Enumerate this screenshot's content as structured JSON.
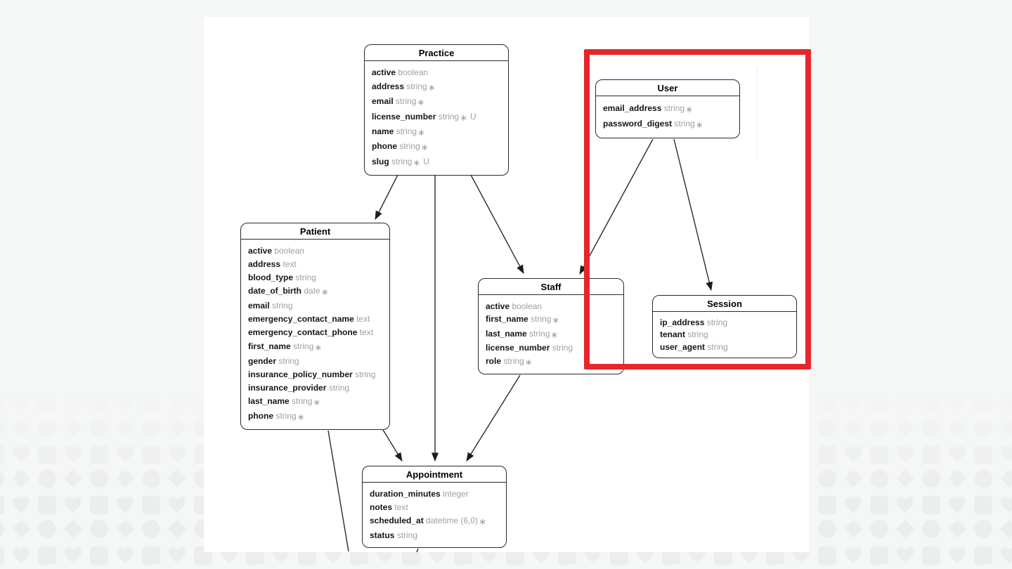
{
  "diagram": {
    "kind": "entity-relationship-diagram",
    "highlight_color": "#e5262b",
    "background_color": "#f5f6f6",
    "canvas_color": "#ffffff"
  },
  "entities": [
    {
      "id": "practice",
      "title": "Practice",
      "fields": [
        {
          "name": "active",
          "type": "boolean",
          "required": false,
          "unique": false
        },
        {
          "name": "address",
          "type": "string",
          "required": true,
          "unique": false
        },
        {
          "name": "email",
          "type": "string",
          "required": true,
          "unique": false
        },
        {
          "name": "license_number",
          "type": "string",
          "required": true,
          "unique": true
        },
        {
          "name": "name",
          "type": "string",
          "required": true,
          "unique": false
        },
        {
          "name": "phone",
          "type": "string",
          "required": true,
          "unique": false
        },
        {
          "name": "slug",
          "type": "string",
          "required": true,
          "unique": true
        }
      ]
    },
    {
      "id": "user",
      "title": "User",
      "fields": [
        {
          "name": "email_address",
          "type": "string",
          "required": true,
          "unique": false
        },
        {
          "name": "password_digest",
          "type": "string",
          "required": true,
          "unique": false
        }
      ]
    },
    {
      "id": "patient",
      "title": "Patient",
      "fields": [
        {
          "name": "active",
          "type": "boolean",
          "required": false,
          "unique": false
        },
        {
          "name": "address",
          "type": "text",
          "required": false,
          "unique": false
        },
        {
          "name": "blood_type",
          "type": "string",
          "required": false,
          "unique": false
        },
        {
          "name": "date_of_birth",
          "type": "date",
          "required": true,
          "unique": false
        },
        {
          "name": "email",
          "type": "string",
          "required": false,
          "unique": false
        },
        {
          "name": "emergency_contact_name",
          "type": "text",
          "required": false,
          "unique": false
        },
        {
          "name": "emergency_contact_phone",
          "type": "text",
          "required": false,
          "unique": false
        },
        {
          "name": "first_name",
          "type": "string",
          "required": true,
          "unique": false
        },
        {
          "name": "gender",
          "type": "string",
          "required": false,
          "unique": false
        },
        {
          "name": "insurance_policy_number",
          "type": "string",
          "required": false,
          "unique": false
        },
        {
          "name": "insurance_provider",
          "type": "string",
          "required": false,
          "unique": false
        },
        {
          "name": "last_name",
          "type": "string",
          "required": true,
          "unique": false
        },
        {
          "name": "phone",
          "type": "string",
          "required": true,
          "unique": false
        }
      ]
    },
    {
      "id": "staff",
      "title": "Staff",
      "fields": [
        {
          "name": "active",
          "type": "boolean",
          "required": false,
          "unique": false
        },
        {
          "name": "first_name",
          "type": "string",
          "required": true,
          "unique": false
        },
        {
          "name": "last_name",
          "type": "string",
          "required": true,
          "unique": false
        },
        {
          "name": "license_number",
          "type": "string",
          "required": false,
          "unique": false
        },
        {
          "name": "role",
          "type": "string",
          "required": true,
          "unique": false
        }
      ]
    },
    {
      "id": "session",
      "title": "Session",
      "fields": [
        {
          "name": "ip_address",
          "type": "string",
          "required": false,
          "unique": false
        },
        {
          "name": "tenant",
          "type": "string",
          "required": false,
          "unique": false
        },
        {
          "name": "user_agent",
          "type": "string",
          "required": false,
          "unique": false
        }
      ]
    },
    {
      "id": "appointment",
      "title": "Appointment",
      "fields": [
        {
          "name": "duration_minutes",
          "type": "integer",
          "required": false,
          "unique": false
        },
        {
          "name": "notes",
          "type": "text",
          "required": false,
          "unique": false
        },
        {
          "name": "scheduled_at",
          "type": "datetime (6,0)",
          "required": true,
          "unique": false
        },
        {
          "name": "status",
          "type": "string",
          "required": false,
          "unique": false
        }
      ]
    }
  ],
  "relationships": [
    {
      "from": "Practice",
      "to": "Patient"
    },
    {
      "from": "Practice",
      "to": "Staff"
    },
    {
      "from": "Practice",
      "to": "Appointment"
    },
    {
      "from": "User",
      "to": "Staff"
    },
    {
      "from": "User",
      "to": "Session"
    },
    {
      "from": "Patient",
      "to": "Appointment"
    },
    {
      "from": "Staff",
      "to": "Appointment"
    }
  ]
}
